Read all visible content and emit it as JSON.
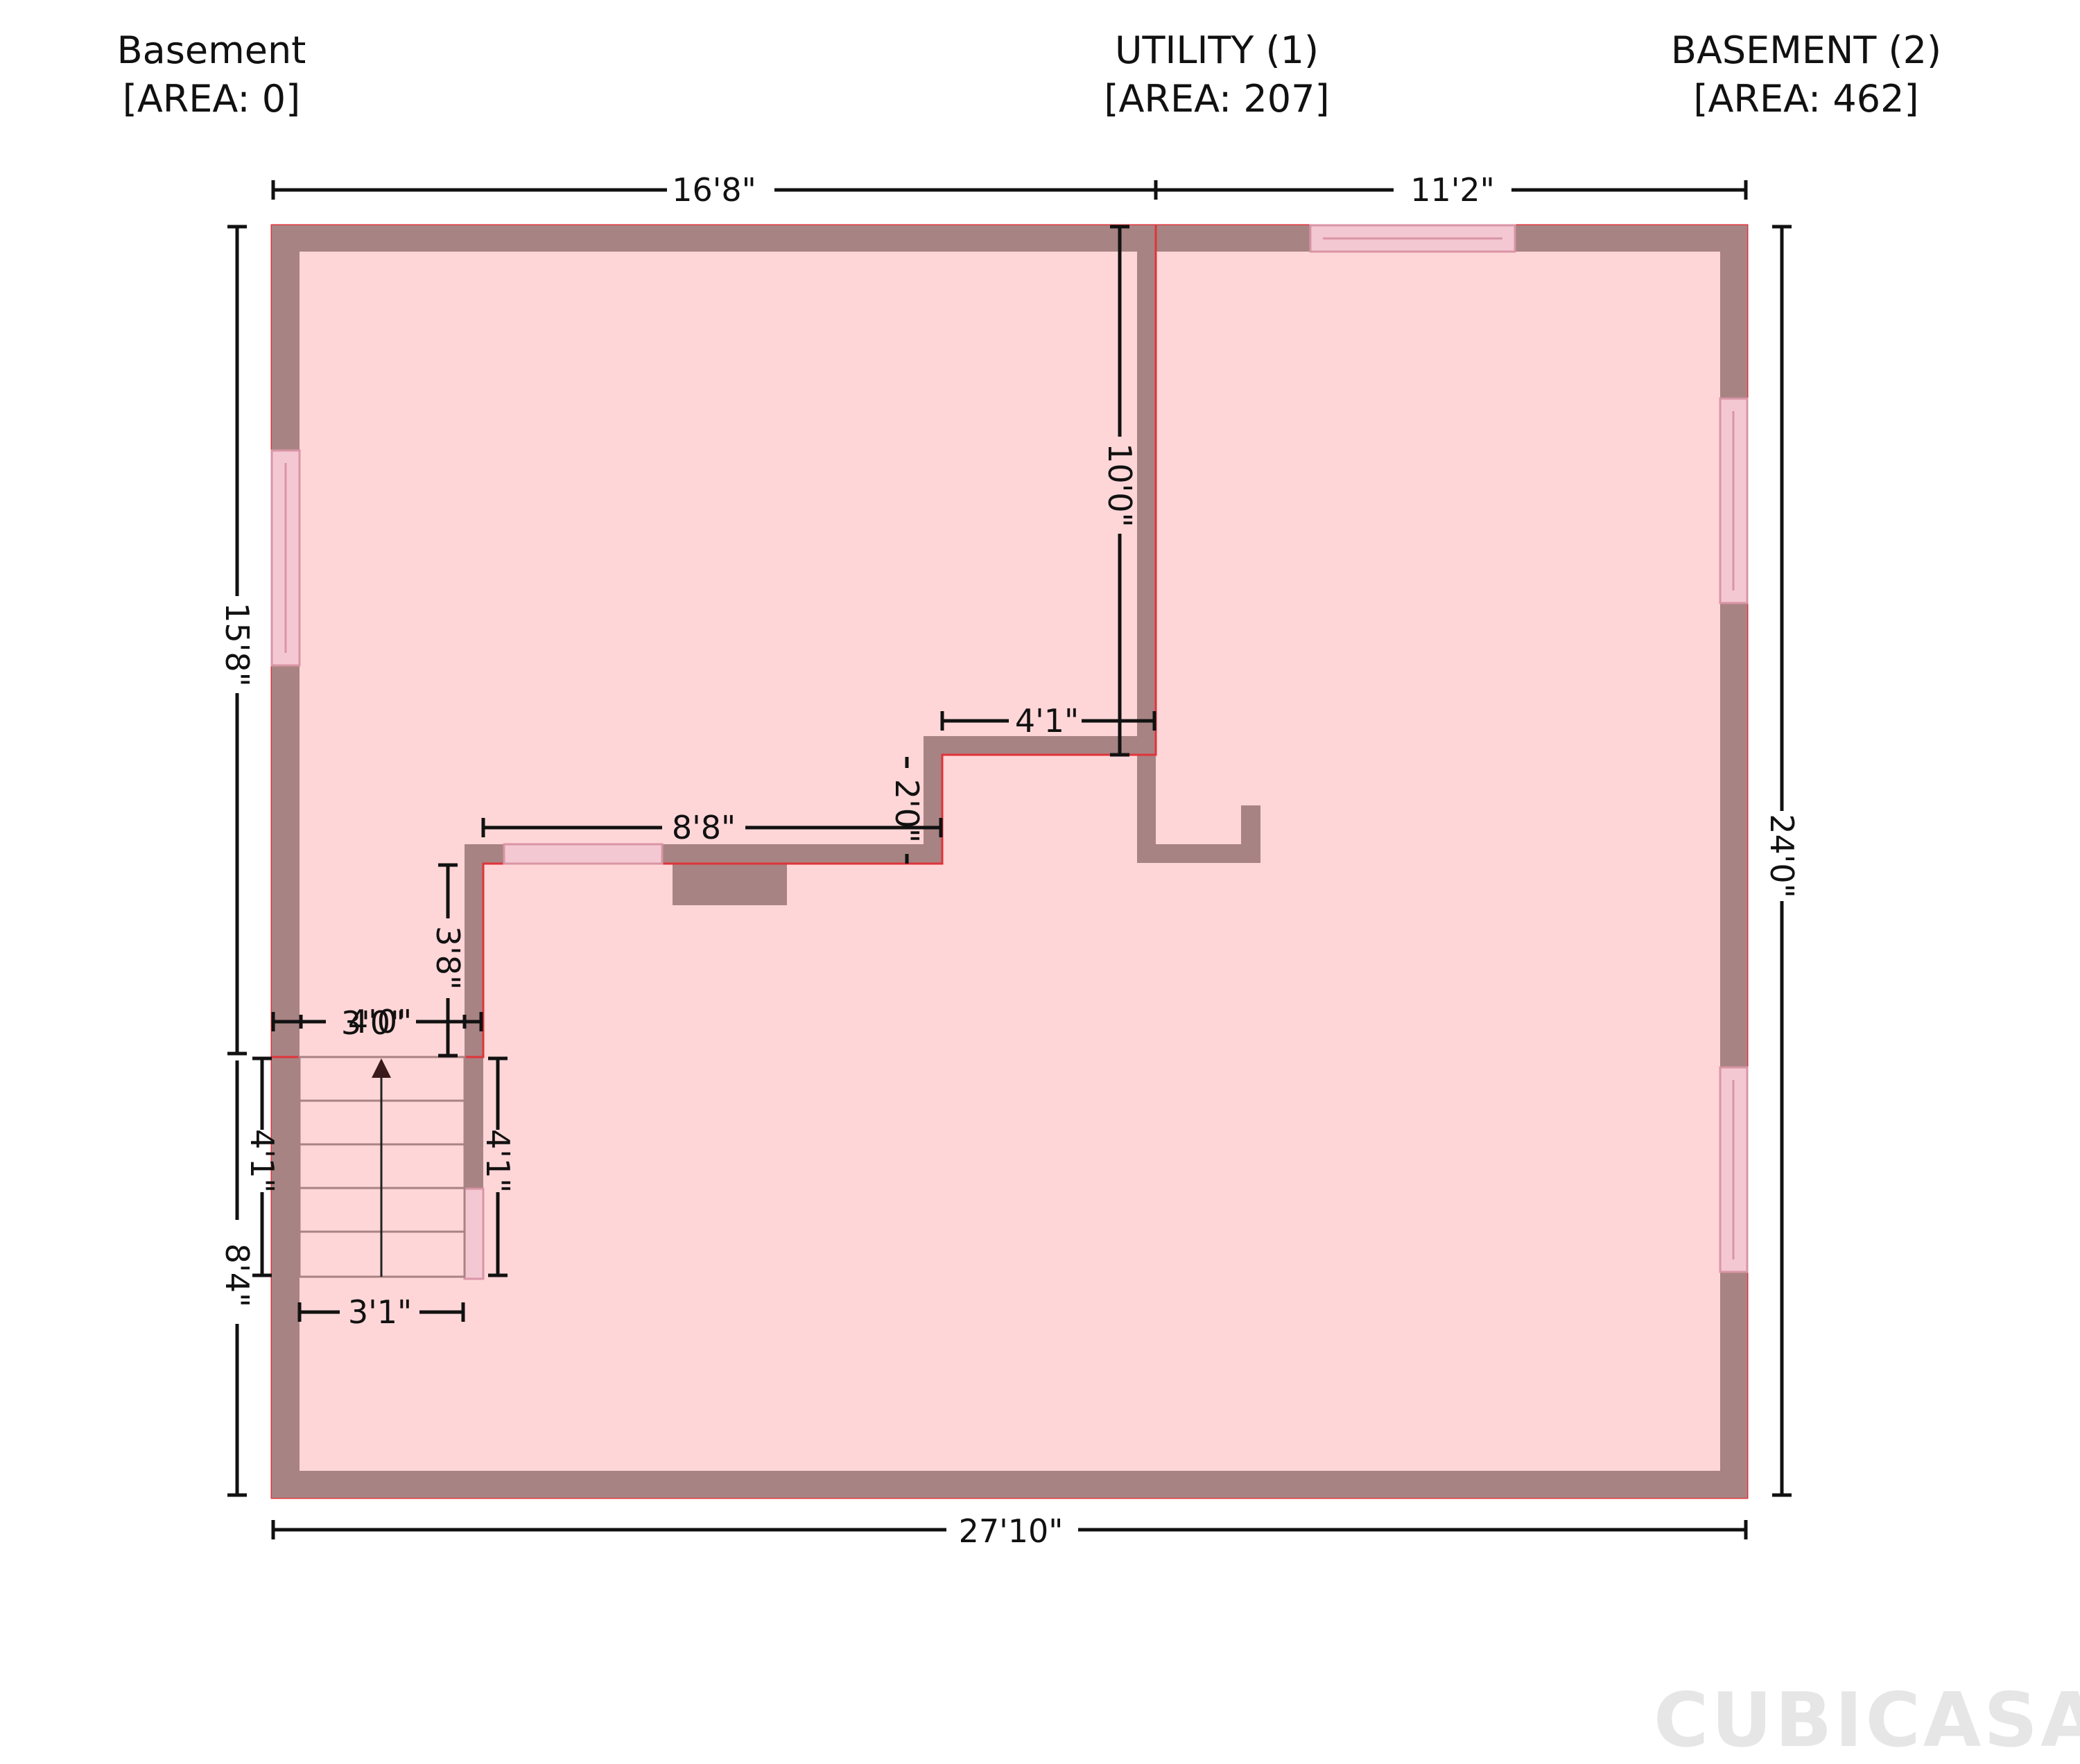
{
  "rooms": [
    {
      "name": "Basement",
      "area": "[AREA: 0]"
    },
    {
      "name": "UTILITY (1)",
      "area": "[AREA: 207]"
    },
    {
      "name": "BASEMENT (2)",
      "area": "[AREA: 462]"
    }
  ],
  "dimensions": {
    "top_left": "16'8\"",
    "top_right": "11'2\"",
    "bottom": "27'10\"",
    "left_upper": "15'8\"",
    "left_lower": "8'4\"",
    "right": "24'0\"",
    "utility_wall": "10'0\"",
    "step_top": "4'1\"",
    "step_vertical": "2'0\"",
    "mid_wall": "8'8\"",
    "stair_side": "3'8\"",
    "stair_top_a": "4'0\"",
    "stair_top_b": "3'0\"",
    "stair_left": "4'1\"",
    "stair_right": "4'1\"",
    "stair_width": "3'1\""
  },
  "brand": "CUBICASA",
  "colors": {
    "wall": "#a88383",
    "floor": "#ffd6d8",
    "outline": "#e0333a",
    "window": "#f4c8d2"
  }
}
